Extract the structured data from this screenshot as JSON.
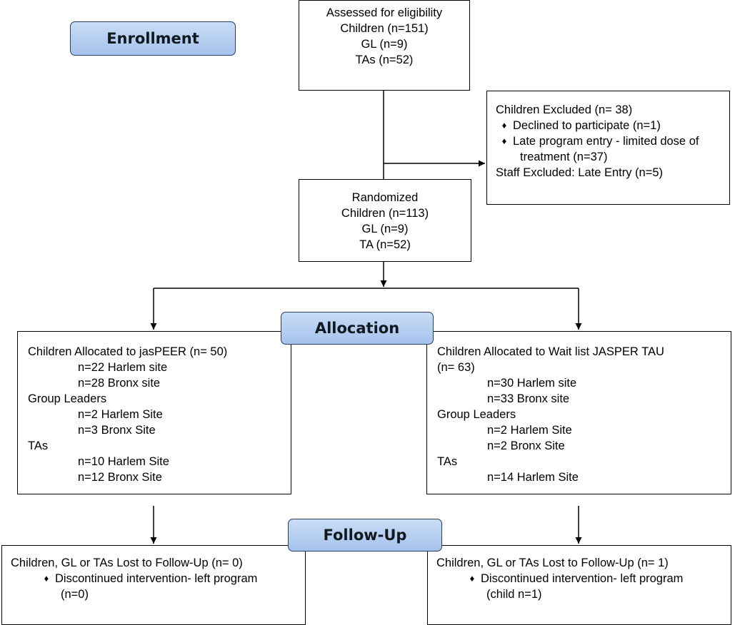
{
  "stages": {
    "enrollment": "Enrollment",
    "allocation": "Allocation",
    "followup": "Follow-Up"
  },
  "assessed": {
    "lines": [
      "Assessed for eligibility",
      "Children (n=151)",
      "GL (n=9)",
      "TAs (n=52)"
    ]
  },
  "excluded": {
    "title": "Children Excluded (n= 38)",
    "bullet1": "Declined to participate (n=1)",
    "bullet2": "Late program entry - limited dose of",
    "bullet2_cont": "treatment (n=37)",
    "staff": "Staff Excluded: Late Entry (n=5)"
  },
  "randomized": {
    "lines": [
      "Randomized",
      "Children (n=113)",
      "GL (n=9)",
      "TA (n=52)"
    ]
  },
  "alloc_left": {
    "title": "Children Allocated to jasPEER (n= 50)",
    "c1": "n=22 Harlem site",
    "c2": "n=28 Bronx site",
    "gl_label": "Group Leaders",
    "g1": "n=2 Harlem Site",
    "g2": "n=3 Bronx Site",
    "ta_label": "TAs",
    "t1": "n=10 Harlem Site",
    "t2": "n=12 Bronx Site"
  },
  "alloc_right": {
    "title": "Children Allocated to Wait list JASPER TAU",
    "title_cont": "(n= 63)",
    "c1": "n=30 Harlem site",
    "c2": "n=33 Bronx site",
    "gl_label": "Group Leaders",
    "g1": "n=2 Harlem Site",
    "g2": "n=2 Bronx Site",
    "ta_label": "TAs",
    "t1": "n=14 Harlem Site"
  },
  "follow_left": {
    "title": "Children, GL or TAs Lost to Follow-Up (n= 0)",
    "bullet": "Discontinued intervention- left program",
    "bullet_cont": "(n=0)"
  },
  "follow_right": {
    "title": "Children, GL or TAs Lost to Follow-Up (n= 1)",
    "bullet": "Discontinued intervention- left program",
    "bullet_cont": "(child n=1)"
  },
  "bullet_glyph": "♦"
}
